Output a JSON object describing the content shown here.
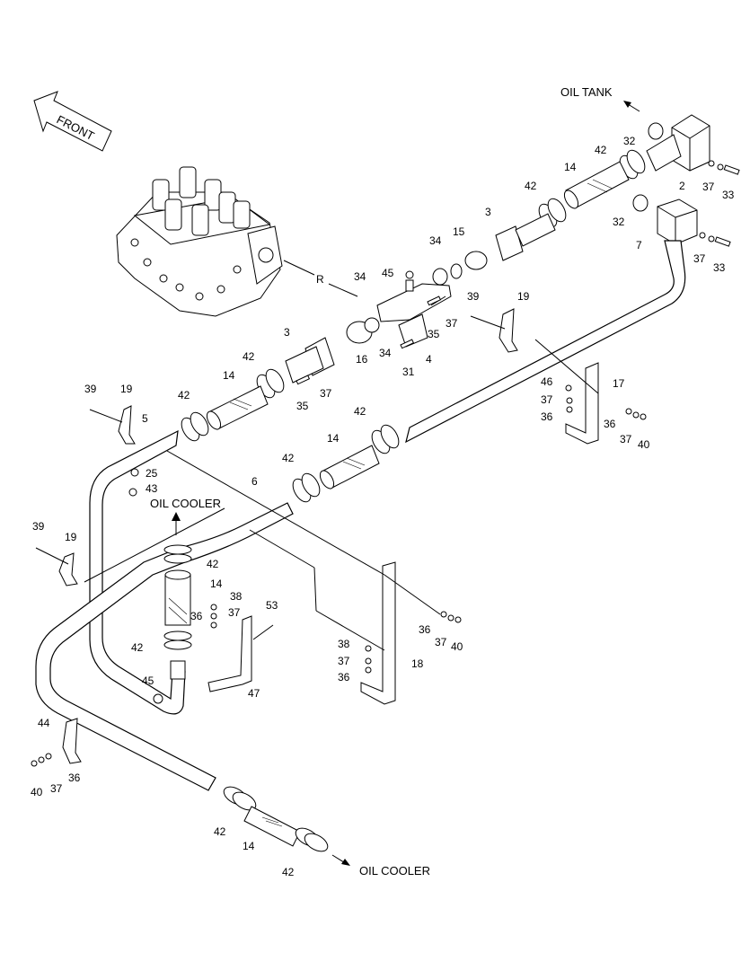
{
  "directions": {
    "front": "FRONT",
    "oil_tank": "OIL TANK",
    "oil_cooler_top": "OIL COOLER",
    "oil_cooler_bottom": "OIL COOLER"
  },
  "callouts": [
    {
      "id": "c-r",
      "text": "R"
    },
    {
      "id": "c-32a",
      "text": "32"
    },
    {
      "id": "c-42a",
      "text": "42"
    },
    {
      "id": "c-14a",
      "text": "14"
    },
    {
      "id": "c-2",
      "text": "2"
    },
    {
      "id": "c-37a",
      "text": "37"
    },
    {
      "id": "c-33a",
      "text": "33"
    },
    {
      "id": "c-42b",
      "text": "42"
    },
    {
      "id": "c-3a",
      "text": "3"
    },
    {
      "id": "c-32b",
      "text": "32"
    },
    {
      "id": "c-7",
      "text": "7"
    },
    {
      "id": "c-37b",
      "text": "37"
    },
    {
      "id": "c-33b",
      "text": "33"
    },
    {
      "id": "c-34a",
      "text": "34"
    },
    {
      "id": "c-15",
      "text": "15"
    },
    {
      "id": "c-45a",
      "text": "45"
    },
    {
      "id": "c-34b",
      "text": "34"
    },
    {
      "id": "c-39a",
      "text": "39"
    },
    {
      "id": "c-19a",
      "text": "19"
    },
    {
      "id": "c-37c",
      "text": "37"
    },
    {
      "id": "c-35a",
      "text": "35"
    },
    {
      "id": "c-3b",
      "text": "3"
    },
    {
      "id": "c-16",
      "text": "16"
    },
    {
      "id": "c-34c",
      "text": "34"
    },
    {
      "id": "c-31",
      "text": "31"
    },
    {
      "id": "c-4",
      "text": "4"
    },
    {
      "id": "c-42c",
      "text": "42"
    },
    {
      "id": "c-14b",
      "text": "14"
    },
    {
      "id": "c-37d",
      "text": "37"
    },
    {
      "id": "c-35b",
      "text": "35"
    },
    {
      "id": "c-46",
      "text": "46"
    },
    {
      "id": "c-17",
      "text": "17"
    },
    {
      "id": "c-37e",
      "text": "37"
    },
    {
      "id": "c-36a",
      "text": "36"
    },
    {
      "id": "c-36b",
      "text": "36"
    },
    {
      "id": "c-37f",
      "text": "37"
    },
    {
      "id": "c-40a",
      "text": "40"
    },
    {
      "id": "c-39b",
      "text": "39"
    },
    {
      "id": "c-19b",
      "text": "19"
    },
    {
      "id": "c-42d",
      "text": "42"
    },
    {
      "id": "c-5",
      "text": "5"
    },
    {
      "id": "c-42e",
      "text": "42"
    },
    {
      "id": "c-14c",
      "text": "14"
    },
    {
      "id": "c-25",
      "text": "25"
    },
    {
      "id": "c-43",
      "text": "43"
    },
    {
      "id": "c-42f",
      "text": "42"
    },
    {
      "id": "c-6",
      "text": "6"
    },
    {
      "id": "c-39c",
      "text": "39"
    },
    {
      "id": "c-19c",
      "text": "19"
    },
    {
      "id": "c-42g",
      "text": "42"
    },
    {
      "id": "c-14d",
      "text": "14"
    },
    {
      "id": "c-38a",
      "text": "38"
    },
    {
      "id": "c-36c",
      "text": "36"
    },
    {
      "id": "c-37g",
      "text": "37"
    },
    {
      "id": "c-53",
      "text": "53"
    },
    {
      "id": "c-42h",
      "text": "42"
    },
    {
      "id": "c-36d",
      "text": "36"
    },
    {
      "id": "c-37h",
      "text": "37"
    },
    {
      "id": "c-40b",
      "text": "40"
    },
    {
      "id": "c-38b",
      "text": "38"
    },
    {
      "id": "c-37i",
      "text": "37"
    },
    {
      "id": "c-18",
      "text": "18"
    },
    {
      "id": "c-36e",
      "text": "36"
    },
    {
      "id": "c-45b",
      "text": "45"
    },
    {
      "id": "c-47",
      "text": "47"
    },
    {
      "id": "c-44",
      "text": "44"
    },
    {
      "id": "c-36f",
      "text": "36"
    },
    {
      "id": "c-37j",
      "text": "37"
    },
    {
      "id": "c-40c",
      "text": "40"
    },
    {
      "id": "c-42i",
      "text": "42"
    },
    {
      "id": "c-14e",
      "text": "14"
    },
    {
      "id": "c-42j",
      "text": "42"
    }
  ]
}
